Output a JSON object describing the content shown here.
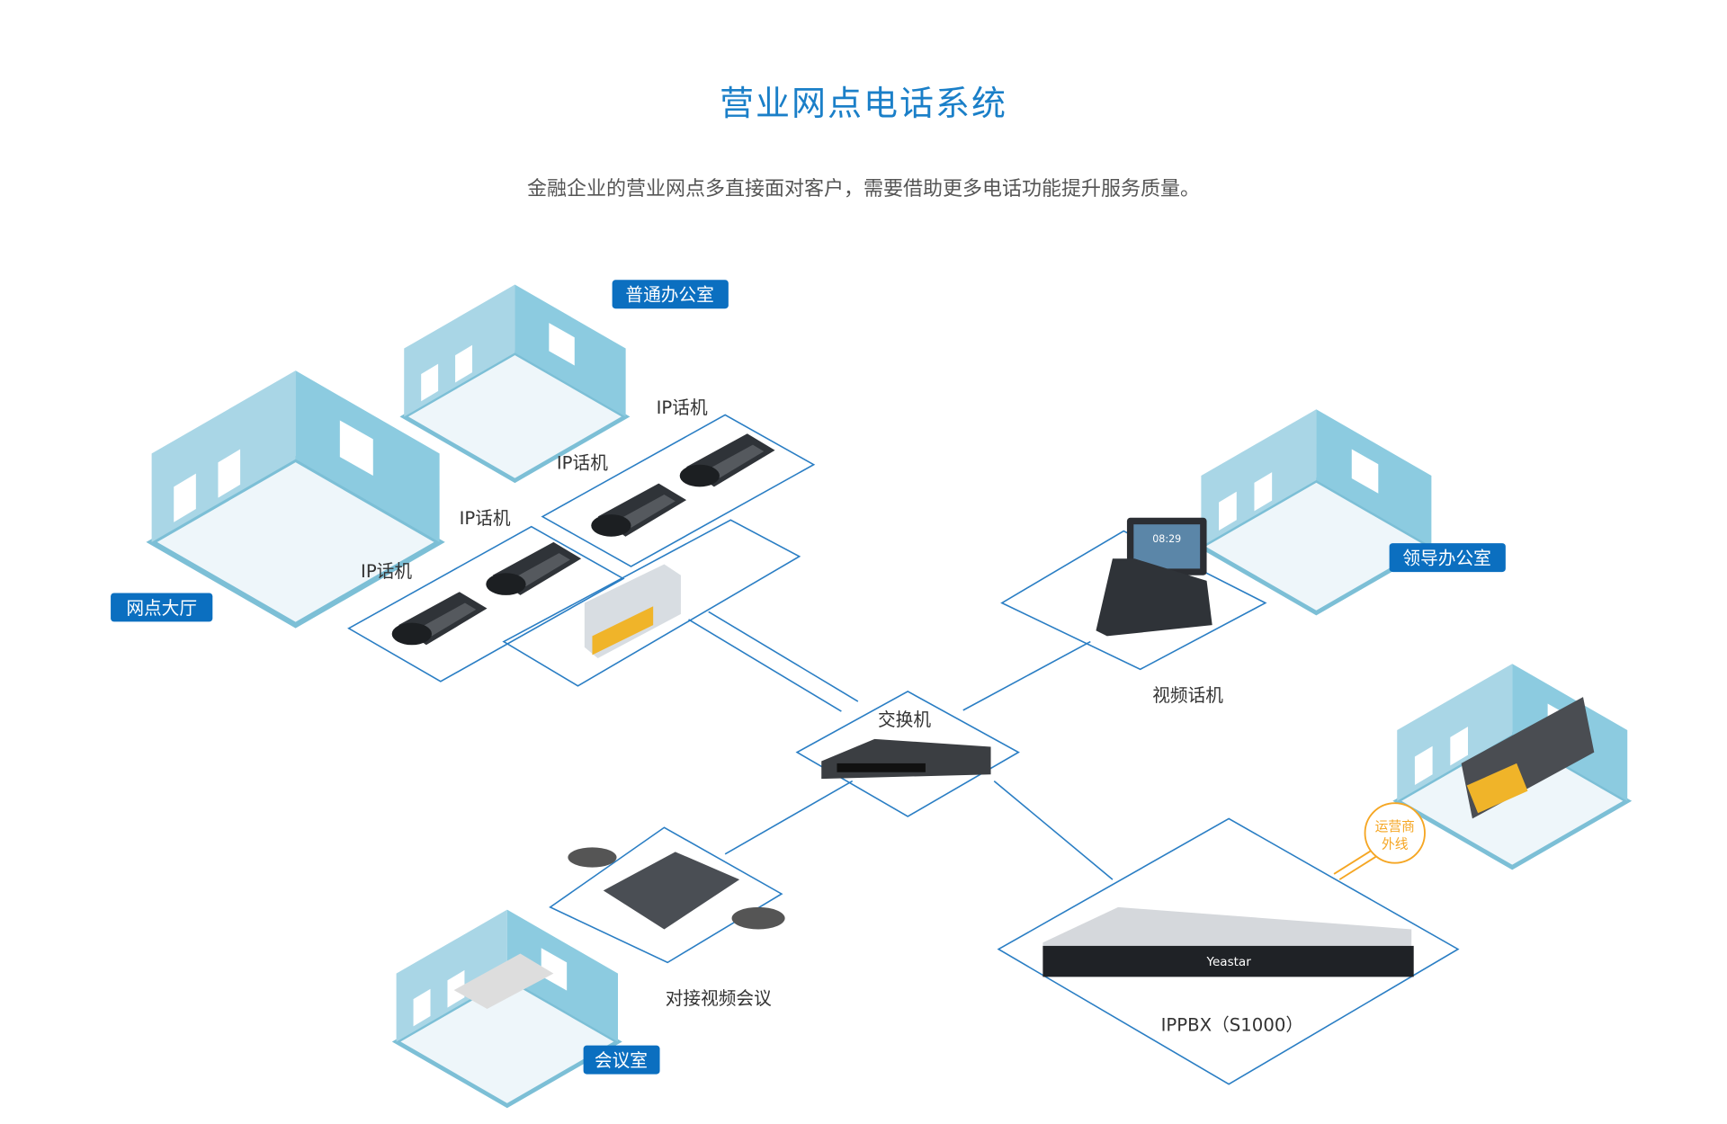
{
  "header": {
    "title": "营业网点电话系统",
    "subtitle": "金融企业的营业网点多直接面对客户，需要借助更多电话功能提升服务质量。"
  },
  "badges": {
    "general_office": "普通办公室",
    "lobby": "网点大厅",
    "leader_office": "领导办公室",
    "meeting_room": "会议室"
  },
  "labels": {
    "ip_phone_1": "IP话机",
    "ip_phone_2": "IP话机",
    "ip_phone_3": "IP话机",
    "ip_phone_4": "IP话机",
    "switch": "交换机",
    "video_phone": "视频话机",
    "video_conference": "对接视频会议",
    "ippbx": "IPPBX（S1000）",
    "carrier_line_1": "运营商",
    "carrier_line_2": "外线",
    "server_brand": "Yeastar",
    "phone_screen_time": "08:29"
  },
  "colors": {
    "accent": "#1a7fc8",
    "badge": "#0b6fc0",
    "line": "#2a7ec4",
    "carrier": "#f5a623"
  }
}
